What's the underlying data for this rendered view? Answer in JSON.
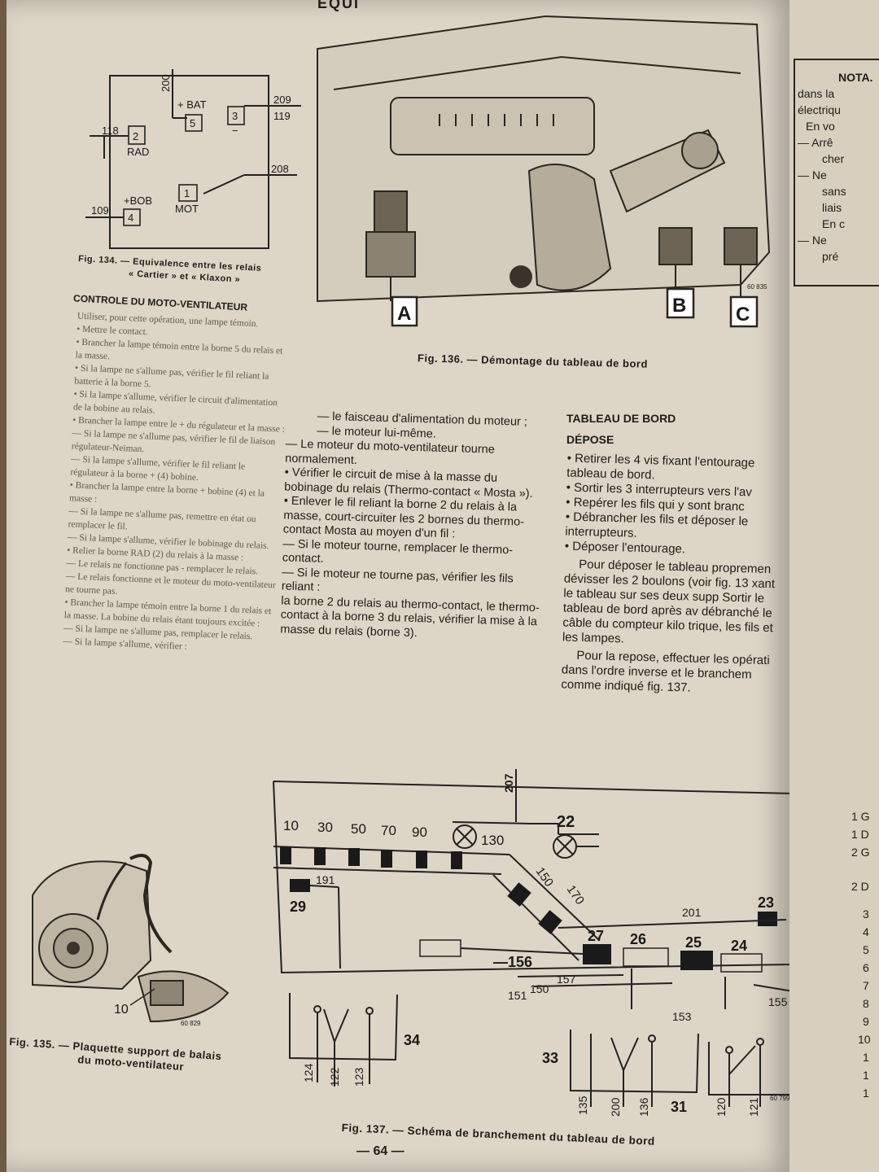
{
  "running_head": "EQUI",
  "page_number": "— 64 —",
  "fig134": {
    "wires": {
      "top": "200",
      "left_upper": "118",
      "right_a": "209",
      "right_b": "119",
      "right_mid": "208",
      "left_lower": "109"
    },
    "terminals": {
      "t2": "2",
      "t5": "5",
      "t3": "3",
      "t1": "1",
      "t4": "4"
    },
    "labels": {
      "bat": "+ BAT",
      "rad": "RAD",
      "bob": "+BOB",
      "mot": "MOT",
      "minus": "−"
    },
    "caption_line1": "Fig. 134. — Equivalence entre les relais",
    "caption_line2": "« Cartier » et « Klaxon »"
  },
  "fig135": {
    "caption_line1": "Fig. 135. — Plaquette support de balais",
    "caption_line2": "du moto-ventilateur",
    "callout": "10",
    "ref": "60 829"
  },
  "fig136": {
    "caption": "Fig. 136. — Démontage du tableau de bord",
    "label_a": "A",
    "label_b": "B",
    "label_c": "C",
    "ref": "60 835"
  },
  "fig137": {
    "caption": "Fig. 137. — Schéma de branchement du tableau de bord",
    "ref": "60 799",
    "top_wire": "207",
    "scale_labels": [
      "10",
      "30",
      "50",
      "70",
      "90",
      "130"
    ],
    "diag_labels": [
      "150",
      "170"
    ],
    "components": {
      "c22": "22",
      "c23": "23",
      "c24": "24",
      "c25": "25",
      "c26": "26",
      "c27": "27",
      "c29": "29",
      "c31": "31",
      "c33": "33",
      "c34": "34"
    },
    "wires": {
      "w191": "191",
      "w201": "201",
      "w156": "—156",
      "w157": "157",
      "w150": "150",
      "w151": "151",
      "w153": "153",
      "w155": "155",
      "w124": "124",
      "w122": "122",
      "w123": "123",
      "w135": "135",
      "w200": "200",
      "w136": "136",
      "w120": "120",
      "w121": "121"
    }
  },
  "col1": {
    "heading": "CONTROLE DU MOTO-VENTILATEUR",
    "paras": [
      "Utiliser, pour cette opération, une lampe témoin.",
      "• Mettre le contact.",
      "• Brancher la lampe témoin entre la borne 5 du relais et la masse.",
      "• Si la lampe ne s'allume pas, vérifier le fil reliant la batterie à la borne 5.",
      "• Si la lampe s'allume, vérifier le circuit d'alimentation de la bobine au relais.",
      "• Brancher la lampe entre le + du régulateur et la masse :",
      "— Si la lampe ne s'allume pas, vérifier le fil de liaison régulateur-Neiman.",
      "— Si la lampe s'allume, vérifier le fil reliant le régulateur à la borne + (4) bobine.",
      "• Brancher la lampe entre la borne + bobine (4) et la masse :",
      "— Si la lampe ne s'allume pas, remettre en état ou remplacer le fil.",
      "— Si la lampe s'allume, vérifier le bobinage du relais.",
      "• Relier la borne RAD (2) du relais à la masse :",
      "— Le relais ne fonctionne pas - remplacer le relais.",
      "— Le relais fonctionne et le moteur du moto-ventilateur ne tourne pas.",
      "• Brancher la lampe témoin entre la borne 1 du relais et la masse. La bobine du relais étant toujours excitée :",
      "— Si la lampe ne s'allume pas, remplacer le relais.",
      "— Si la lampe s'allume, vérifier :"
    ]
  },
  "col2": {
    "paras": [
      "— le faisceau d'alimentation du moteur ;",
      "— le moteur lui-même.",
      "— Le moteur du moto-ventilateur tourne normalement.",
      "• Vérifier le circuit de mise à la masse du bobinage du relais (Thermo-contact « Mosta »).",
      "• Enlever le fil reliant la borne 2 du relais à la masse, court-circuiter les 2 bornes du thermo-contact Mosta au moyen d'un fil :",
      "— Si le moteur tourne, remplacer le thermo-contact.",
      "— Si le moteur ne tourne pas, vérifier les fils reliant :",
      "la borne 2 du relais au thermo-contact, le thermo-contact à la borne 3 du relais, vérifier la mise à la masse du relais (borne 3)."
    ]
  },
  "col3": {
    "heading1": "TABLEAU DE BORD",
    "heading2": "DÉPOSE",
    "paras": [
      "• Retirer les 4 vis fixant l'entourage tableau de bord.",
      "• Sortir les 3 interrupteurs vers l'av",
      "• Repérer les fils qui y sont branc",
      "• Débrancher les fils et déposer le interrupteurs.",
      "• Déposer l'entourage.",
      "Pour déposer le tableau propremen dévisser les 2 boulons (voir fig. 13 xant le tableau sur ses deux supp Sortir le tableau de bord après av débranché le câble du compteur kilo trique, les fils et les lampes.",
      "Pour la repose, effectuer les opérati dans l'ordre inverse et le branchem comme indiqué fig. 137."
    ]
  },
  "right_page": {
    "nota_title": "NOTA.",
    "nota_lines": [
      "dans la",
      "électriqu",
      "En vo",
      "— Arrê",
      "cher",
      "— Ne",
      "sans",
      "liais",
      "En c",
      "— Ne",
      "pré"
    ],
    "margin_list": [
      "1 G",
      "1 D",
      "2 G",
      "2 D",
      "3",
      "4",
      "5",
      "6",
      "7",
      "8",
      "9",
      "10",
      "1",
      "1",
      "1"
    ]
  }
}
